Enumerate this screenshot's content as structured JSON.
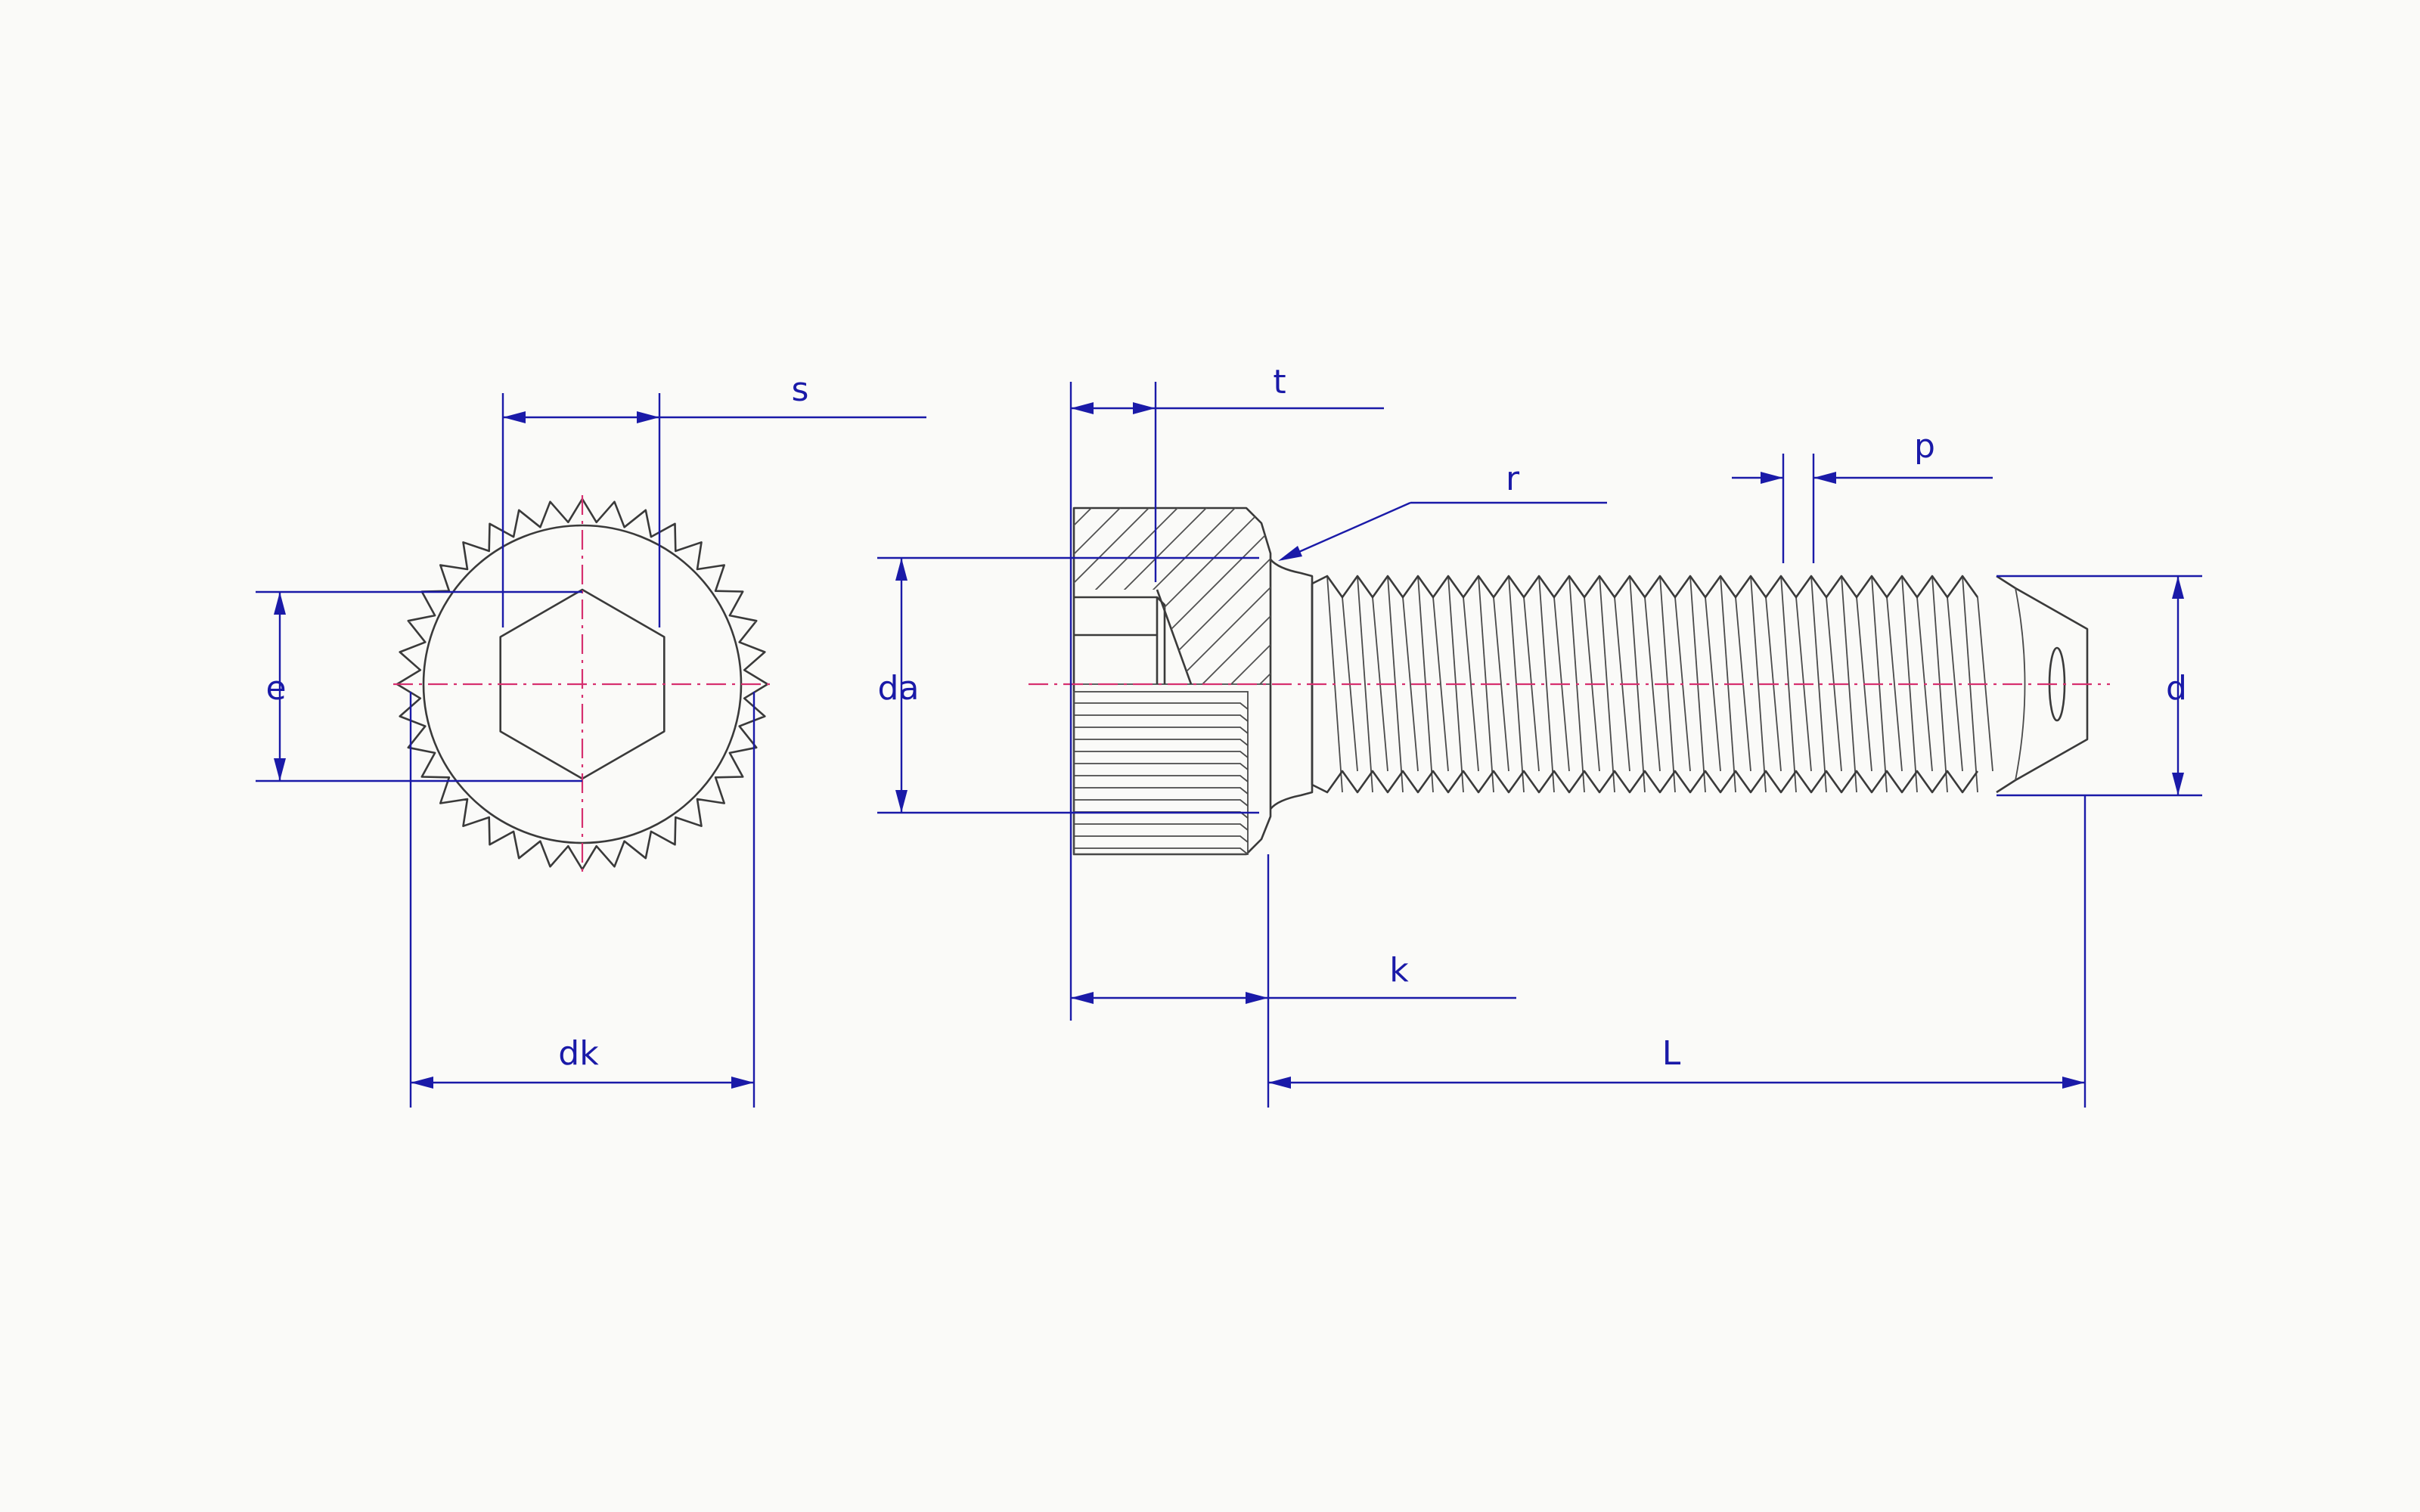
{
  "labels": {
    "s": "s",
    "e": "e",
    "dk": "dk",
    "t": "t",
    "r": "r",
    "p": "p",
    "da": "da",
    "d": "d",
    "k": "k",
    "L": "L"
  },
  "colors": {
    "dimension": "#1a1aa8",
    "centerline": "#d6306f",
    "outline": "#3a3a3a",
    "background": "#fafaf8"
  }
}
